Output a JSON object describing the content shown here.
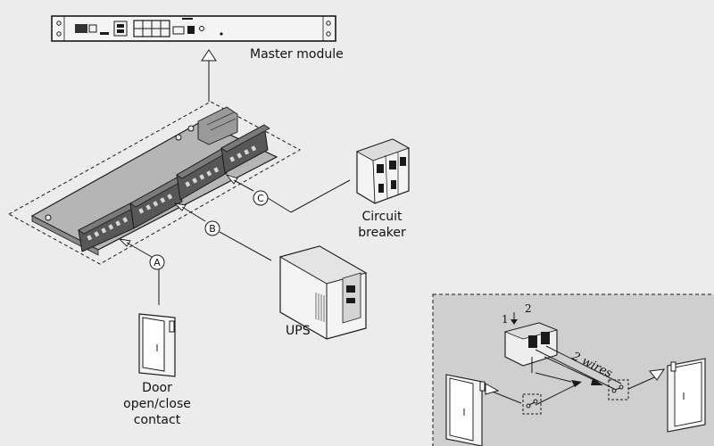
{
  "labels": {
    "master_module": "Master module",
    "circuit_breaker_line1": "Circuit",
    "circuit_breaker_line2": "breaker",
    "ups": "UPS",
    "door_line1": "Door",
    "door_line2": "open/close",
    "door_line3": "contact"
  },
  "callouts": {
    "a": "A",
    "b": "B",
    "c": "C"
  },
  "inset": {
    "wires_label": "2 wires",
    "terminal_1": "1",
    "terminal_2": "2"
  },
  "colors": {
    "background": "#ececec",
    "inset_background": "#cfcfcf",
    "line": "#1a1a1a",
    "panel": "#b9b9b9",
    "panel_dark": "#5c5c5c"
  }
}
